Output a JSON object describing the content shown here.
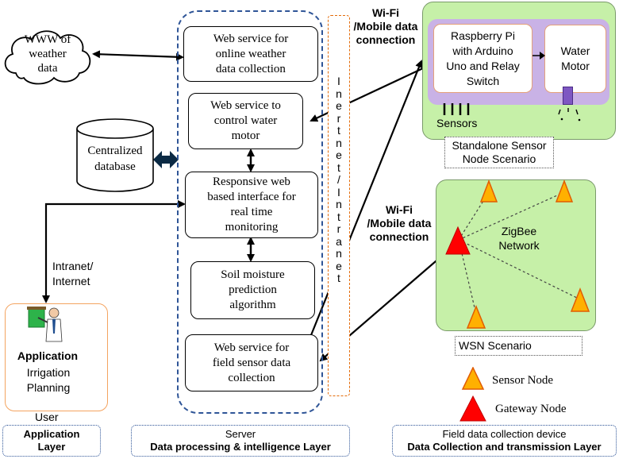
{
  "cloud": {
    "text": "WWW of\nweather\ndata"
  },
  "database": {
    "text": "Centralized\ndatabase"
  },
  "server": {
    "services": [
      "Web service for\nonline weather\ndata collection",
      "Web service to\ncontrol water\nmotor",
      "Responsive web\nbased interface for\nreal time\nmonitoring",
      "Soil moisture\nprediction\nalgorithm",
      "Web service for\nfield sensor data\ncollection"
    ]
  },
  "intranet": {
    "text": "I\nn\ne\nr\nt\nn\ne\nt\n/\nI\nn\nt\nr\na\nn\ne\nt"
  },
  "connections": {
    "wifi_top": "Wi-Fi\n/Mobile data\nconnection",
    "wifi_mid": "Wi-Fi\n/Mobile data\nconnection",
    "intranet_internet": "Intranet/\nInternet"
  },
  "standalone": {
    "pi_text": "Raspberry Pi\nwith Arduino\nUno and Relay\nSwitch",
    "motor_text": "Water\nMotor",
    "sensors_label": "Sensors",
    "caption": "Standalone Sensor\nNode Scenario"
  },
  "wsn": {
    "network_label": "ZigBee\nNetwork",
    "caption": "WSN Scenario"
  },
  "legend": {
    "sensor_node": "Sensor Node",
    "gateway_node": "Gateway Node"
  },
  "application": {
    "title": "Application",
    "subtitle": "Irrigation\nPlanning",
    "user_label": "User"
  },
  "layers": {
    "application": "Application\nLayer",
    "server_top": "Server",
    "server_bottom": "Data processing & intelligence Layer",
    "field_top": "Field data collection device",
    "field_bottom": "Data Collection and transmission Layer"
  },
  "colors": {
    "server_frame": "#2f5597",
    "intranet_bar": "#e46c0a",
    "standalone_bg": "#c6f0a8",
    "standalone_inner": "#c9b2e6",
    "wsn_bg": "#c6f0a8",
    "sensor_node": "#ffb000",
    "gateway_node": "#ff0000",
    "app_border": "#f4a460"
  }
}
